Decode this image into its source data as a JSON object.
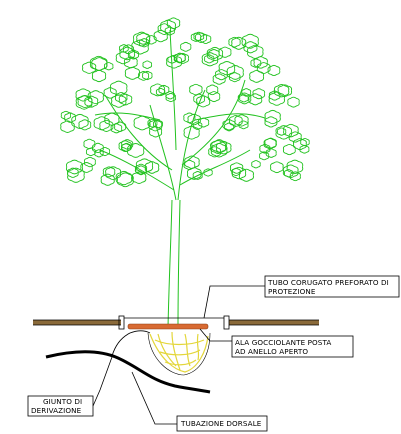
{
  "drawing": {
    "labels": {
      "tubo_line1": "TUBO CORUGATO PREFORATO DI",
      "tubo_line2": "PROTEZIONE",
      "ala_line1": "ALA GOCCIOLANTE POSTA",
      "ala_line2": "AD ANELLO APERTO",
      "giunto_line1": "GIUNTO DI",
      "giunto_line2": "DERIVAZIONE",
      "tubazione": "TUBAZIONE DORSALE"
    }
  },
  "colors": {
    "foliage": "#22c21f",
    "trunk": "#22c21f",
    "roots": "#e3d63a",
    "soil": "#8a6a3a",
    "drip_ring": "#d86a32",
    "dorsal_pipe": "#000000",
    "linework": "#000000"
  }
}
